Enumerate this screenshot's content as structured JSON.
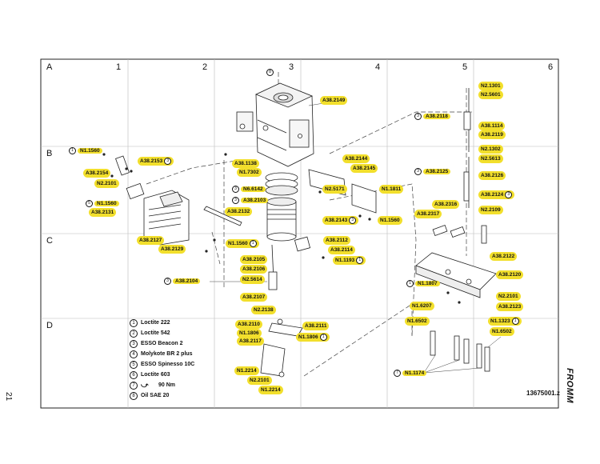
{
  "page_number": "21",
  "brand": "FROMM",
  "document_number": "13675001.z",
  "grid": {
    "columns": [
      "1",
      "2",
      "3",
      "4",
      "5",
      "6"
    ],
    "rows": [
      "A",
      "B",
      "C",
      "D"
    ]
  },
  "legend": [
    {
      "num": "1",
      "text": "Loctite 222"
    },
    {
      "num": "2",
      "text": "Loctite 542"
    },
    {
      "num": "3",
      "text": "ESSO Beacon 2"
    },
    {
      "num": "4",
      "text": "Molykote BR 2 plus"
    },
    {
      "num": "5",
      "text": "ESSO Spinesso 10C"
    },
    {
      "num": "6",
      "text": "Loctite 603"
    },
    {
      "num": "7",
      "text": "90 Nm"
    },
    {
      "num": "8",
      "text": "Oil SAE 20"
    }
  ],
  "callouts": [
    {
      "text": "A38.2149"
    },
    {
      "text": "N1.1560",
      "sym": "1"
    },
    {
      "text": "A38.1138"
    },
    {
      "text": "A38.2153",
      "sym": "3"
    },
    {
      "text": "A38.2154"
    },
    {
      "text": "N2.2101"
    },
    {
      "text": "N1.7302"
    },
    {
      "text": "A38.2144"
    },
    {
      "text": "A38.2145"
    },
    {
      "text": "N6.6142",
      "sym": "3"
    },
    {
      "text": "A38.2103",
      "sym": "3"
    },
    {
      "text": "A38.2132"
    },
    {
      "text": "N1.1560",
      "sym": "5"
    },
    {
      "text": "A38.2131"
    },
    {
      "text": "N2.5171"
    },
    {
      "text": "N1.1811"
    },
    {
      "text": "A38.2143",
      "sym": "3"
    },
    {
      "text": "N1.1560"
    },
    {
      "text": "A38.2127"
    },
    {
      "text": "A38.2129"
    },
    {
      "text": "N1.1560",
      "sym": "1"
    },
    {
      "text": "A38.2112"
    },
    {
      "text": "A38.2114"
    },
    {
      "text": "N1.1193",
      "sym": "1"
    },
    {
      "text": "A38.2105"
    },
    {
      "text": "A38.2106"
    },
    {
      "text": "N2.5614"
    },
    {
      "text": "A38.2107"
    },
    {
      "text": "N2.2138"
    },
    {
      "text": "A38.2104",
      "pre": "3"
    },
    {
      "text": "A38.2110"
    },
    {
      "text": "N1.1806"
    },
    {
      "text": "A38.2117"
    },
    {
      "text": "A38.2111"
    },
    {
      "text": "N1.1806",
      "sym": "1"
    },
    {
      "text": "N1.2214"
    },
    {
      "text": "N2.2101"
    },
    {
      "text": "N1.2214"
    },
    {
      "text": "N2.1301"
    },
    {
      "text": "N2.5601"
    },
    {
      "text": "A38.2118",
      "pre": "3"
    },
    {
      "text": "A38.1114"
    },
    {
      "text": "A38.2119"
    },
    {
      "text": "N2.1302"
    },
    {
      "text": "N2.5613"
    },
    {
      "text": "A38.2125",
      "pre": "3"
    },
    {
      "text": "A38.2126"
    },
    {
      "text": "A38.2124",
      "sym": "3"
    },
    {
      "text": "A38.2316"
    },
    {
      "text": "A38.2317"
    },
    {
      "text": "N2.2109"
    },
    {
      "text": "A38.2122"
    },
    {
      "text": "A38.2120"
    },
    {
      "text": "N1.1807",
      "pre": "1"
    },
    {
      "text": "N2.2101"
    },
    {
      "text": "N1.6207"
    },
    {
      "text": "A38.2123"
    },
    {
      "text": "N1.6502"
    },
    {
      "text": "N1.1323",
      "sym": "1"
    },
    {
      "text": "N1.6502"
    },
    {
      "text": "N1.1174",
      "pre": "7"
    },
    {
      "text": "8"
    }
  ]
}
